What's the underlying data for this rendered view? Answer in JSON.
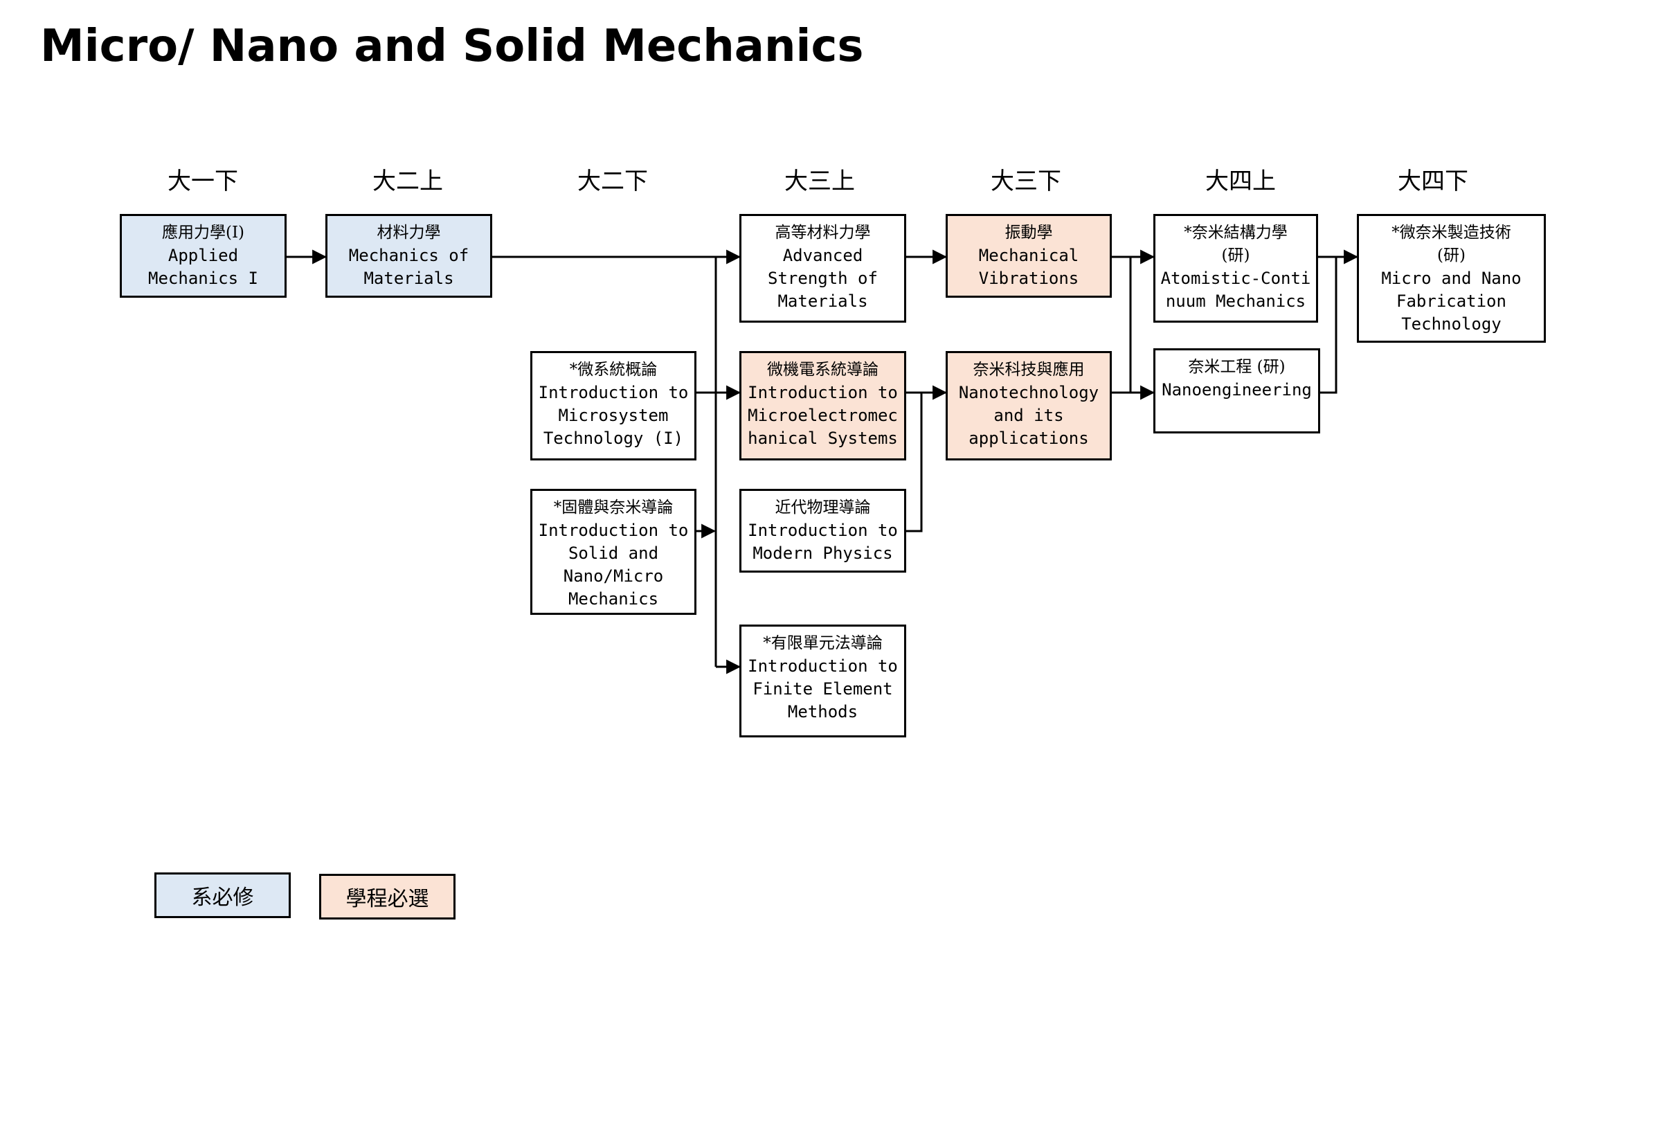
{
  "title": "Micro/ Nano and Solid Mechanics",
  "semesters": [
    "大一下",
    "大二上",
    "大二下",
    "大三上",
    "大三下",
    "大四上",
    "大四下"
  ],
  "courses": {
    "applied_mechanics": {
      "zh": "應用力學(I)",
      "en": "Applied\nMechanics I"
    },
    "mechanics_materials": {
      "zh": "材料力學",
      "en": "Mechanics of\nMaterials"
    },
    "adv_strength": {
      "zh": "高等材料力學",
      "en": "Advanced\nStrength of\nMaterials"
    },
    "vibrations": {
      "zh": "振動學",
      "en": "Mechanical\nVibrations"
    },
    "atomistic": {
      "zh": "*奈米結構力學\n(研)",
      "en": "Atomistic-Conti\nnuum Mechanics"
    },
    "micro_nano_fab": {
      "zh": "*微奈米製造技術\n(研)",
      "en": "Micro and Nano\nFabrication\nTechnology"
    },
    "microsystem": {
      "zh": "*微系統概論",
      "en": "Introduction to\nMicrosystem\nTechnology (I)"
    },
    "mems": {
      "zh": "微機電系統導論",
      "en": "Introduction to\nMicroelectromec\nhanical Systems"
    },
    "nanotech": {
      "zh": "奈米科技與應用",
      "en": "Nanotechnology\nand its\napplications"
    },
    "nanoeng": {
      "zh": "奈米工程 (研)",
      "en": "Nanoengineering"
    },
    "solid_nano": {
      "zh": "*固體與奈米導論",
      "en": "Introduction to\nSolid and\nNano/Micro\nMechanics"
    },
    "modern_physics": {
      "zh": "近代物理導論",
      "en": "Introduction to\nModern Physics"
    },
    "fem": {
      "zh": "*有限單元法導論",
      "en": "Introduction to\nFinite Element\nMethods"
    }
  },
  "legend": {
    "required": "系必修",
    "program_elective": "學程必選"
  },
  "colors": {
    "required": "#dde8f4",
    "program_elective": "#fbe3d5",
    "line": "#000000"
  }
}
